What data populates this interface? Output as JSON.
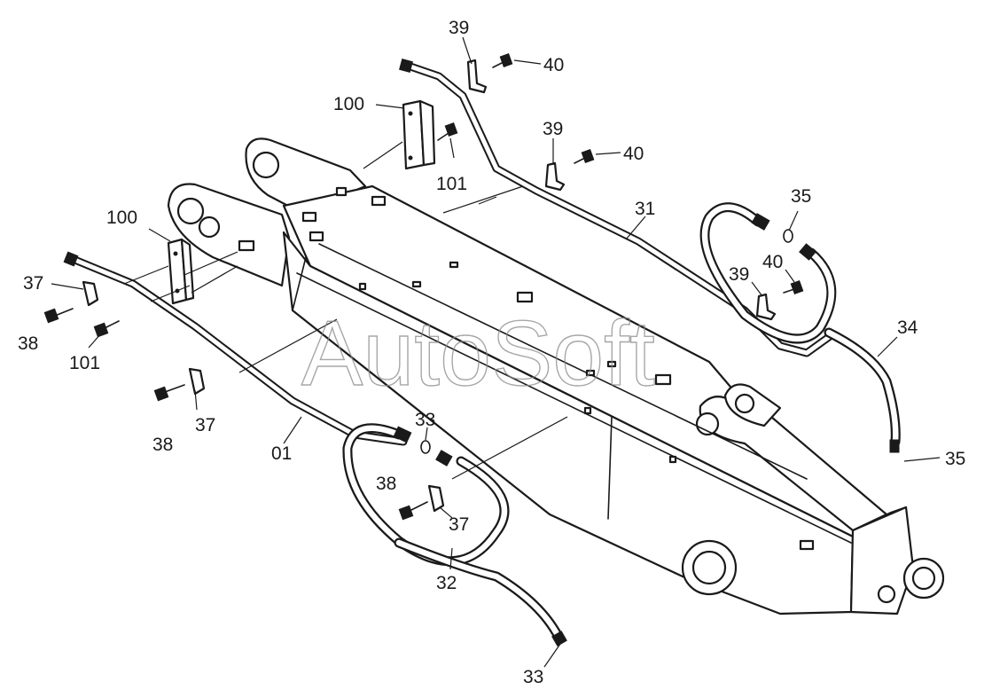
{
  "watermark": "AutoSoft",
  "labels": {
    "l39a": "39",
    "l40a": "40",
    "l100a": "100",
    "l101a": "101",
    "l39b": "39",
    "l40b": "40",
    "l31": "31",
    "l35a": "35",
    "l40c": "40",
    "l39c": "39",
    "l100b": "100",
    "l37a": "37",
    "l38a": "38",
    "l101b": "101",
    "l34": "34",
    "l38b": "38",
    "l37b": "37",
    "l01": "01",
    "l33a": "33",
    "l35b": "35",
    "l38c": "38",
    "l37c": "37",
    "l32": "32",
    "l33b": "33"
  }
}
